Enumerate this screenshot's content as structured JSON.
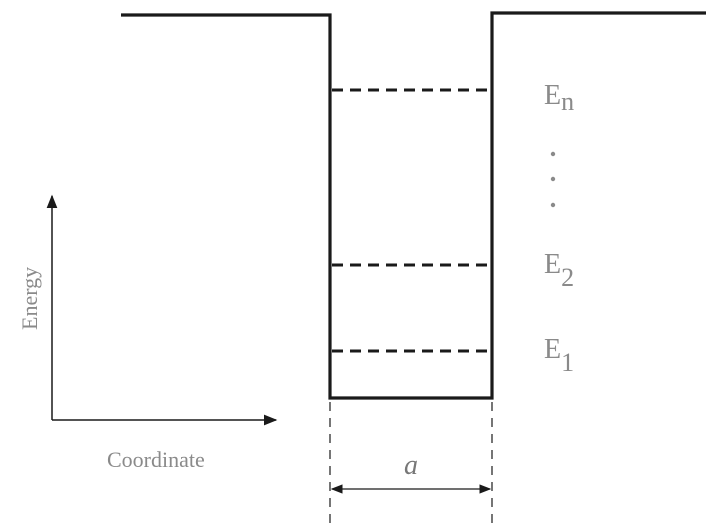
{
  "diagram": {
    "axes": {
      "y_label": "Energy",
      "x_label": "Coordinate"
    },
    "energy_levels": [
      {
        "name": "E",
        "subscript": "1"
      },
      {
        "name": "E",
        "subscript": "2"
      },
      {
        "name": "E",
        "subscript": "n"
      }
    ],
    "well_width_label": "a",
    "colors": {
      "line": "#1a1a1a",
      "label": "#8a8a8a"
    }
  }
}
